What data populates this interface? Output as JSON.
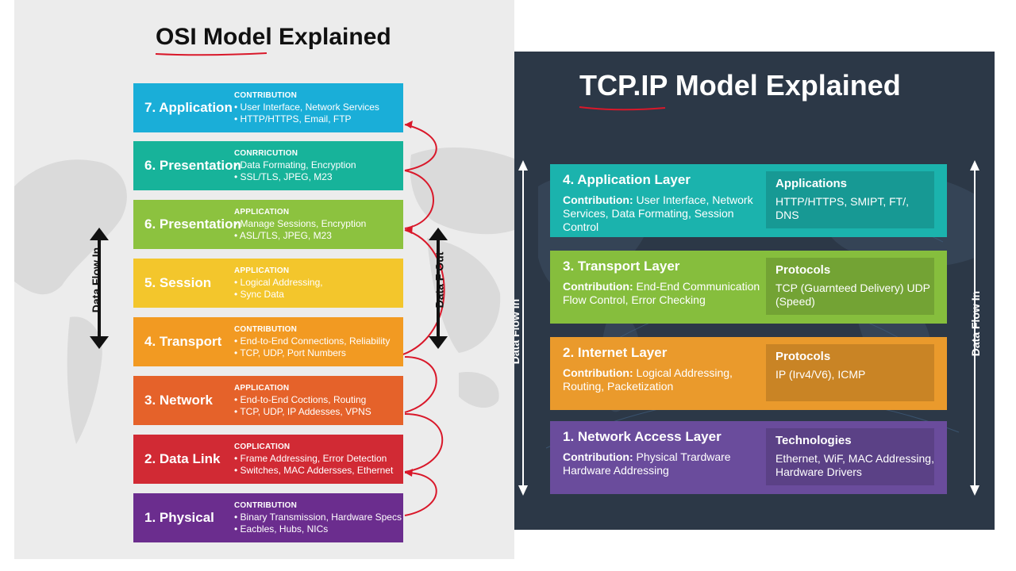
{
  "osi": {
    "title": "OSI Model Explained",
    "data_flow_in": "Data Flow In",
    "data_flow_out": "Data F Out",
    "layers": [
      {
        "name": "7. Application",
        "heading": "CONTRIBUTION",
        "lines": [
          "User Interface, Network Services",
          "HTTP/HTTPS, Email, FTP"
        ],
        "color": "#1aaed8"
      },
      {
        "name": "6. Presentation",
        "heading": "CONRRICUTION",
        "lines": [
          "Data Formating, Encryption",
          "SSL/TLS, JPEG, M23"
        ],
        "color": "#17b39a"
      },
      {
        "name": "6. Presentation",
        "heading": "APPLICATION",
        "lines": [
          "Manage Sessions, Encryption",
          "ASL/TLS, JPEG, M23"
        ],
        "color": "#8cc23f"
      },
      {
        "name": "5. Session",
        "heading": "APPLICATION",
        "lines": [
          "Logical Addressing,",
          "Sync Data"
        ],
        "color": "#f3c62c"
      },
      {
        "name": "4. Transport",
        "heading": "CONTRIBUTION",
        "lines": [
          "End-to-End Connections, Reliability",
          "TCP, UDP, Port Numbers"
        ],
        "color": "#f29a22"
      },
      {
        "name": "3. Network",
        "heading": "APPLICATION",
        "lines": [
          "End-to-End Coctions, Routing",
          "TCP, UDP, IP Addesses, VPNS"
        ],
        "color": "#e5622a"
      },
      {
        "name": "2. Data Link",
        "heading": "COPLICATION",
        "lines": [
          "Frame Addressing, Error Detection",
          "Switches, MAC Addersses, Ethernet"
        ],
        "color": "#d12a34"
      },
      {
        "name": "1. Physical",
        "heading": "CONTRIBUTION",
        "lines": [
          "Binary Transmission, Hardware Specs",
          "Eacbles, Hubs, NICs"
        ],
        "color": "#6b2d8e"
      }
    ]
  },
  "tcp": {
    "title": "TCP.IP Model Explained",
    "data_flow_in_left": "Data Flow In",
    "data_flow_in_right": "Data Flow In",
    "layers": [
      {
        "name": "4. Application Layer",
        "contribution_label": "Contribution:",
        "contribution": "User Interface, Network Services, Data Formating, Session Control",
        "box_title": "Applications",
        "box_text": "HTTP/HTTPS, SMIPT, FT/, DNS",
        "color": "#1bb3ad"
      },
      {
        "name": "3. Transport Layer",
        "contribution_label": "Contribution:",
        "contribution": "End-End Communication Flow Control, Error Checking",
        "box_title": "Protocols",
        "box_text": "TCP (Guarnteed Delivery) UDP (Speed)",
        "color": "#86be3d"
      },
      {
        "name": "2. Internet Layer",
        "contribution_label": "Contribution:",
        "contribution": "Logical Addressing, Routing, Packetization",
        "box_title": "Protocols",
        "box_text": "IP (Irv4/V6), ICMP",
        "color": "#ea9a2c"
      },
      {
        "name": "1. Network Access Layer",
        "contribution_label": "Contribution:",
        "contribution": "Physical Trardware Hardware Addressing",
        "box_title": "Technologies",
        "box_text": "Ethernet, WiF, MAC Addressing, Hardware Drivers",
        "color": "#6a4c9c"
      }
    ]
  },
  "annotation_color": "#d9182a"
}
